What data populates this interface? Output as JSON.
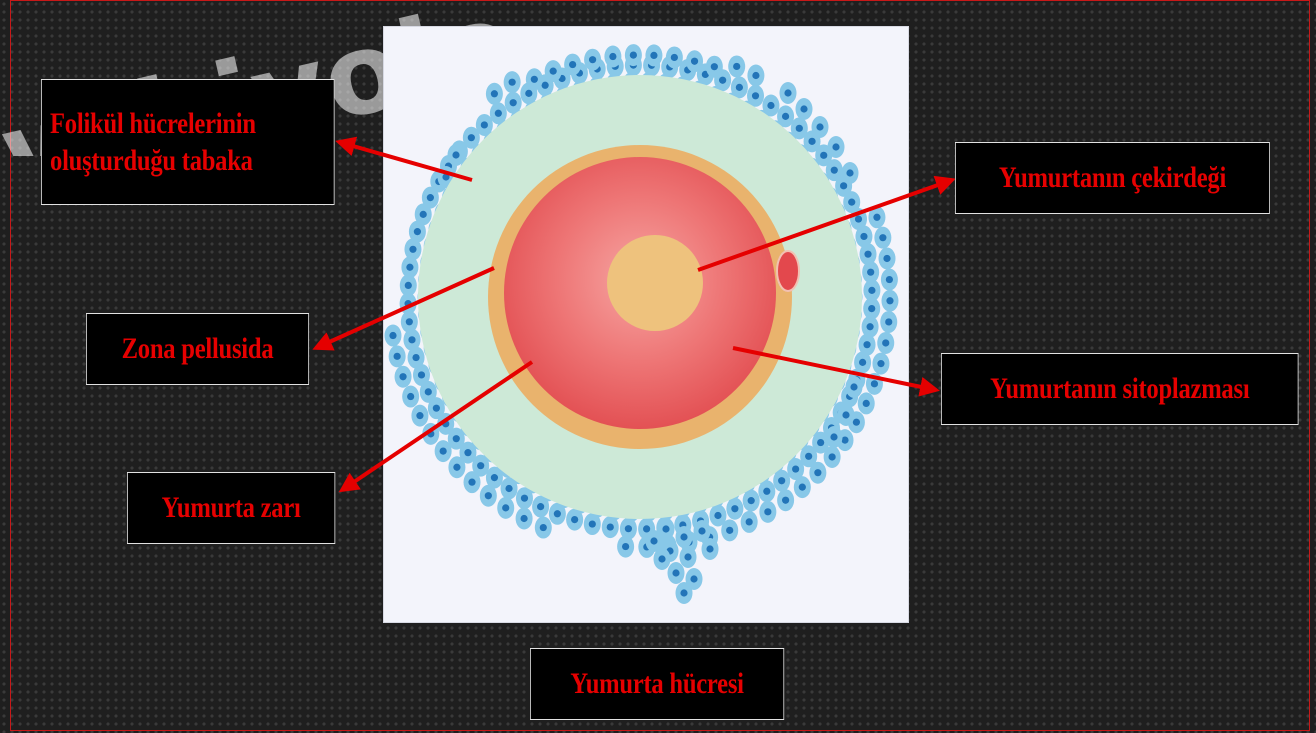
{
  "watermark": {
    "text": "w.biyolo"
  },
  "labels": {
    "folikul_line1": "Folikül hücrelerinin",
    "folikul_line2": "oluşturduğu tabaka",
    "zona": "Zona pellusida",
    "zar": "Yumurta  zarı",
    "cekirdek": "Yumurtanın çekirdeği",
    "sitoplazma": "Yumurtanın sitoplazması",
    "title": "Yumurta  hücresi"
  },
  "colors": {
    "label_text": "#e60000",
    "label_bg": "#000000",
    "arrow": "#e50000",
    "follicle_cell": "#88c8e8",
    "follicle_nucleus": "#2274b8",
    "zona": "#cde9d7",
    "membrane": "#e9b36d",
    "cytoplasm": "#ea5b5e",
    "nucleus": "#eec27d"
  }
}
